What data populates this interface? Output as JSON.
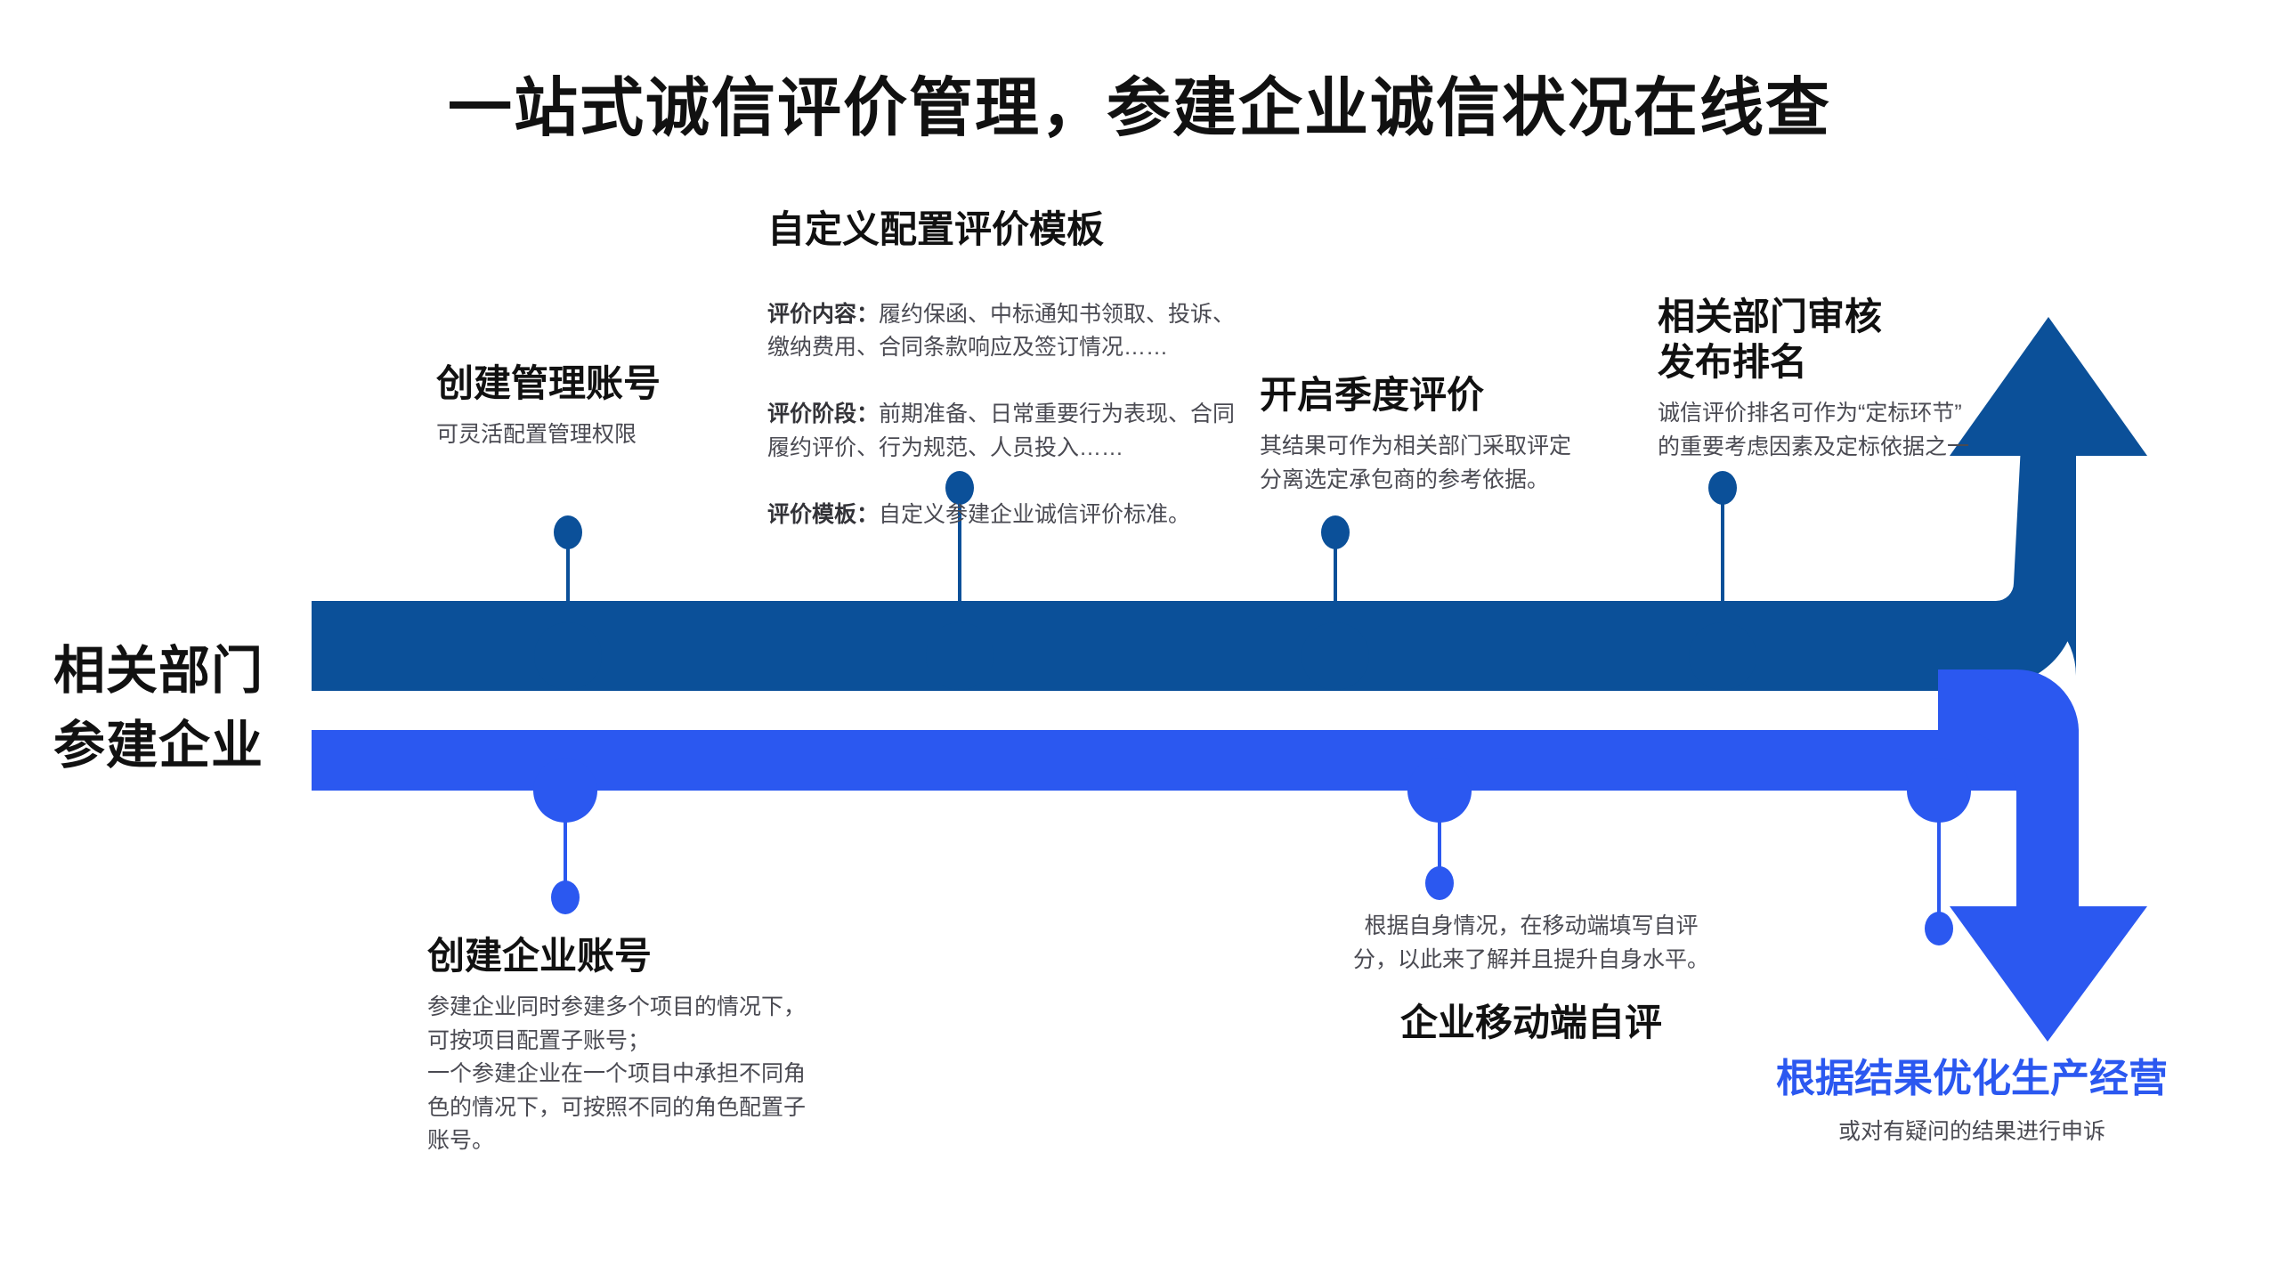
{
  "page": {
    "title": "一站式诚信评价管理，参建企业诚信状况在线查"
  },
  "colors": {
    "lane_gov": "#0B5099",
    "lane_ent": "#2B58F0",
    "title_text": "#111111",
    "body_text": "#4a4a52",
    "accent": "#2B58F0"
  },
  "lanes": [
    {
      "id": "gov",
      "label": "相关部门",
      "color": "#0B5099"
    },
    {
      "id": "ent",
      "label": "参建企业",
      "color": "#2B58F0"
    }
  ],
  "gov_nodes": [
    {
      "heading": "创建管理账号",
      "body": "可灵活配置管理权限"
    },
    {
      "heading": "自定义配置评价模板",
      "body_parts": [
        {
          "key": "评价内容：",
          "value": "履约保函、中标通知书领取、投诉、缴纳费用、合同条款响应及签订情况……"
        },
        {
          "key": "评价阶段：",
          "value": "前期准备、日常重要行为表现、合同履约评价、行为规范、人员投入……"
        },
        {
          "key": "评价模板：",
          "value": "自定义参建企业诚信评价标准。"
        }
      ]
    },
    {
      "heading": "开启季度评价",
      "body": "其结果可作为相关部门采取评定\n分离选定承包商的参考依据。"
    },
    {
      "heading": "相关部门审核\n发布排名",
      "body": "诚信评价排名可作为“定标环节”\n的重要考虑因素及定标依据之一"
    }
  ],
  "ent_nodes": [
    {
      "heading": "创建企业账号",
      "body": "参建企业同时参建多个项目的情况下，\n可按项目配置子账号；\n一个参建企业在一个项目中承担不同角\n色的情况下，可按照不同的角色配置子\n账号。"
    },
    {
      "heading": "企业移动端自评",
      "body": "根据自身情况，在移动端填写自评\n分，以此来了解并且提升自身水平。"
    },
    {
      "heading": "根据结果优化生产经营",
      "body": "或对有疑问的结果进行申诉"
    }
  ],
  "icons": {
    "node_marker": "circle-node-icon",
    "stem": "stem-line-icon",
    "tip_dot": "tip-dot-icon",
    "arrow_up": "arrow-up-icon",
    "arrow_down": "arrow-down-icon"
  }
}
